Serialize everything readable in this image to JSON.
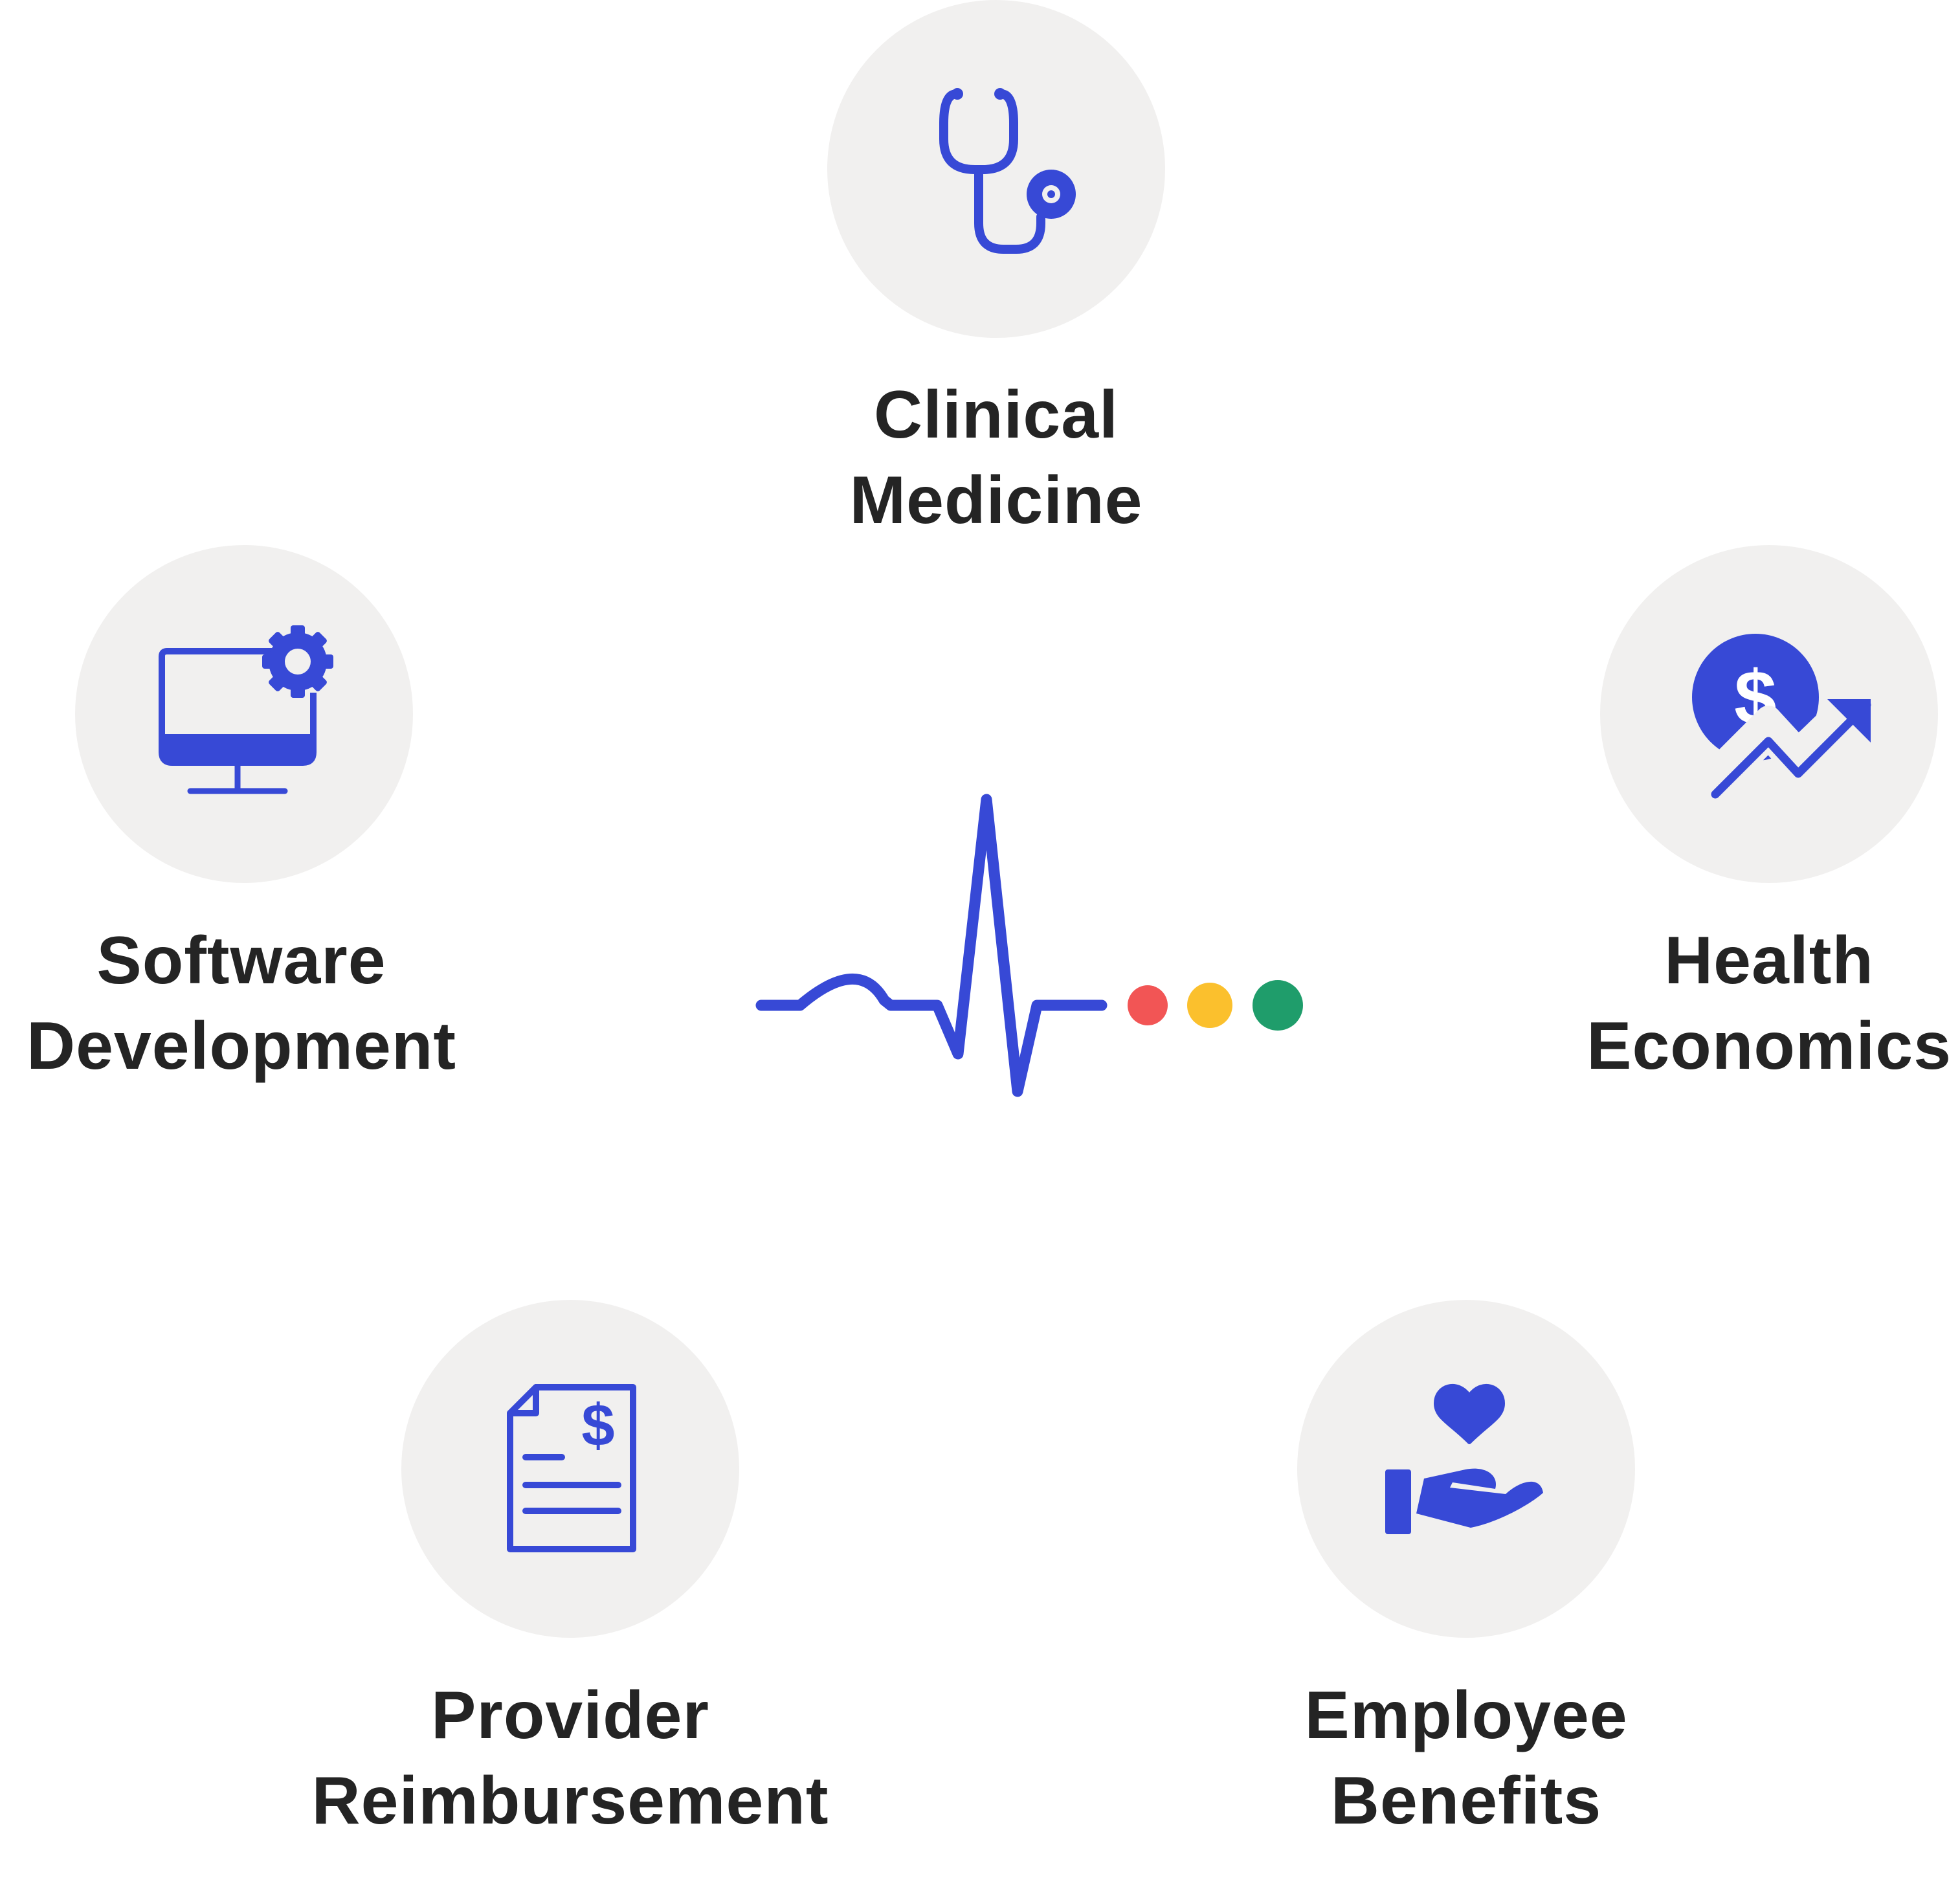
{
  "colors": {
    "accent": "#3749d6",
    "circle_bg": "#f1f0ef",
    "text": "#242424",
    "dot_red": "#f25555",
    "dot_yellow": "#fbc02d",
    "dot_green": "#1f9d6b"
  },
  "center": {
    "icon": "heartbeat-ecg-icon",
    "dots": [
      "red",
      "yellow",
      "green"
    ]
  },
  "domains": [
    {
      "id": "clinical-medicine",
      "icon": "stethoscope-icon",
      "line1": "Clinical",
      "line2": "Medicine"
    },
    {
      "id": "health-economics",
      "icon": "dollar-growth-chart-icon",
      "line1": "Health",
      "line2": "Economics"
    },
    {
      "id": "employee-benefits",
      "icon": "hand-heart-icon",
      "line1": "Employee",
      "line2": "Benefits"
    },
    {
      "id": "provider-reimbursement",
      "icon": "invoice-dollar-icon",
      "line1": "Provider",
      "line2": "Reimbursement"
    },
    {
      "id": "software-development",
      "icon": "monitor-gear-icon",
      "line1": "Software",
      "line2": "Development"
    }
  ]
}
